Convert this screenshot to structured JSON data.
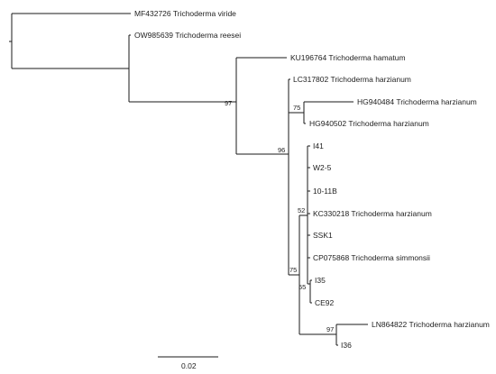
{
  "leaves": [
    "MF432726 Trichoderma viride",
    "OW985639 Trichoderma reesei",
    "KU196764 Trichoderma hamatum",
    "LC317802 Trichoderma harzianum",
    "HG940484 Trichoderma harzianum",
    "HG940502 Trichoderma harzianum",
    "I41",
    "W2-5",
    "10-11B",
    "KC330218 Trichoderma harzianum",
    "SSK1",
    "CP075868 Trichoderma simmonsii",
    "I35",
    "CE92",
    "LN864822 Trichoderma harzianum",
    "I36"
  ],
  "bootstrap": [
    "97",
    "75",
    "96",
    "52",
    "55",
    "75",
    "97"
  ],
  "scale_bar": {
    "label": "0.02"
  }
}
